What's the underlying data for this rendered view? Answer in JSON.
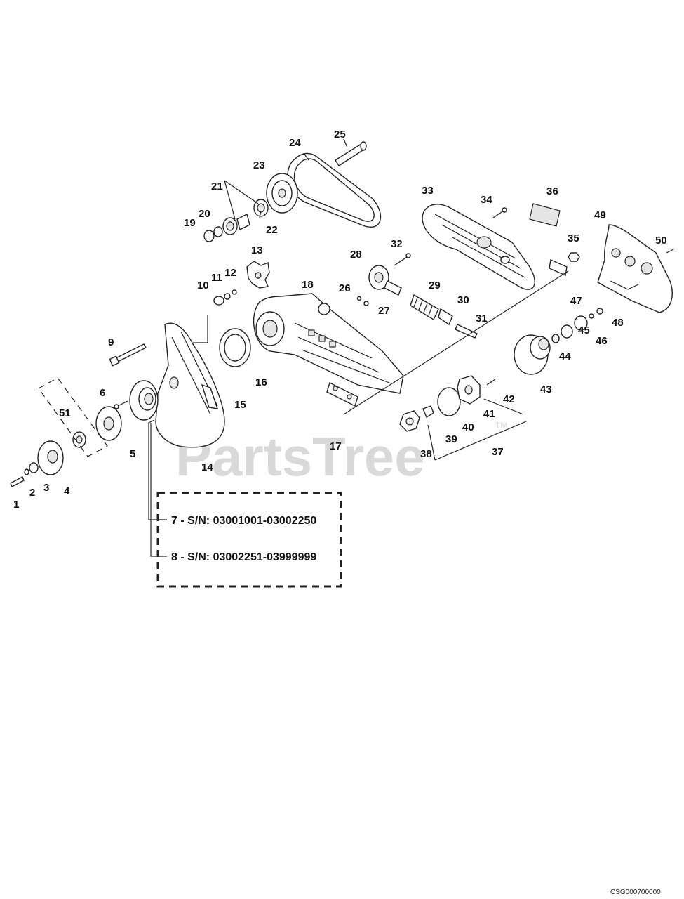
{
  "watermark": {
    "text": "PartsTree",
    "trademark": "TM"
  },
  "diagram_code": "CSG000700000",
  "callouts": [
    "1",
    "2",
    "3",
    "4",
    "5",
    "6",
    "9",
    "10",
    "11",
    "12",
    "13",
    "14",
    "15",
    "16",
    "17",
    "18",
    "19",
    "20",
    "21",
    "22",
    "23",
    "24",
    "25",
    "26",
    "27",
    "28",
    "29",
    "30",
    "31",
    "32",
    "33",
    "34",
    "35",
    "36",
    "37",
    "38",
    "39",
    "40",
    "41",
    "42",
    "43",
    "44",
    "45",
    "46",
    "47",
    "48",
    "49",
    "50",
    "51"
  ],
  "serial_notes": [
    {
      "text": "7 - S/N: 03001001-03002250"
    },
    {
      "text": "8 - S/N: 03002251-03999999"
    }
  ]
}
